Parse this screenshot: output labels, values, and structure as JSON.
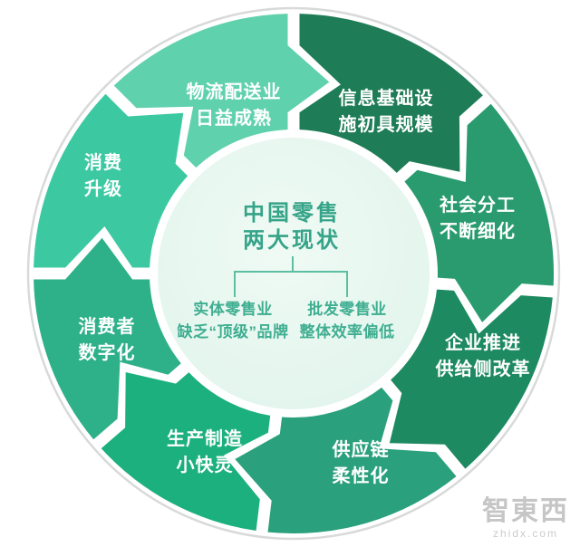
{
  "chart_data": {
    "type": "circular-process-diagram",
    "direction": "clockwise",
    "center": {
      "title_lines": [
        "中国零售",
        "两大现状"
      ],
      "title_text": "中国零售两大现状",
      "branches": [
        {
          "lines": [
            "实体零售业",
            "缺乏“顶级”品牌"
          ],
          "text": "实体零售业缺乏“顶级”品牌"
        },
        {
          "lines": [
            "批发零售业",
            "整体效率偏低"
          ],
          "text": "批发零售业整体效率偏低"
        }
      ]
    },
    "segments": [
      {
        "id": "info-infrastructure",
        "label": "信息基础设施初具规模",
        "lines": [
          "信息基础设",
          "施初具规模"
        ],
        "start_angle": 0,
        "end_angle": 48,
        "color": "#1e7c56"
      },
      {
        "id": "social-division-of-labor",
        "label": "社会分工不断细化",
        "lines": [
          "社会分工",
          "不断细化"
        ],
        "start_angle": 48,
        "end_angle": 94,
        "color": "#299b6f"
      },
      {
        "id": "supply-side-reform",
        "label": "企业推进供给侧改革",
        "lines": [
          "企业推进",
          "供给侧改革"
        ],
        "start_angle": 94,
        "end_angle": 140,
        "color": "#1e8a62"
      },
      {
        "id": "supply-chain-flexibility",
        "label": "供应链柔性化",
        "lines": [
          "供应链",
          "柔性化"
        ],
        "start_angle": 140,
        "end_angle": 187,
        "color": "#2aa07c"
      },
      {
        "id": "agile-manufacturing",
        "label": "生产制造小快灵",
        "lines": [
          "生产制造",
          "小快灵"
        ],
        "start_angle": 187,
        "end_angle": 229,
        "color": "#1cb07f"
      },
      {
        "id": "consumer-digitalization",
        "label": "消费者数字化",
        "lines": [
          "消费者",
          "数字化"
        ],
        "start_angle": 229,
        "end_angle": 270,
        "color": "#2eb089"
      },
      {
        "id": "consumption-upgrade",
        "label": "消费升级",
        "lines": [
          "消费",
          "升级"
        ],
        "start_angle": 270,
        "end_angle": 315,
        "color": "#3cc9a2"
      },
      {
        "id": "logistics-maturing",
        "label": "物流配送业日益成熟",
        "lines": [
          "物流配送业",
          "日益成熟"
        ],
        "start_angle": 315,
        "end_angle": 360,
        "color": "#60d1ad"
      }
    ],
    "colors": {
      "segment_text": "#ffffff",
      "center_fill": "#e2f5ed",
      "center_text": "#35a488",
      "branch_text": "#3fae90",
      "connector": "#5cbfa3",
      "outer_ring": "#d8dad9",
      "background": "#ffffff"
    }
  },
  "watermark": {
    "logo": "智東西",
    "url_text": "zhidx.com"
  }
}
